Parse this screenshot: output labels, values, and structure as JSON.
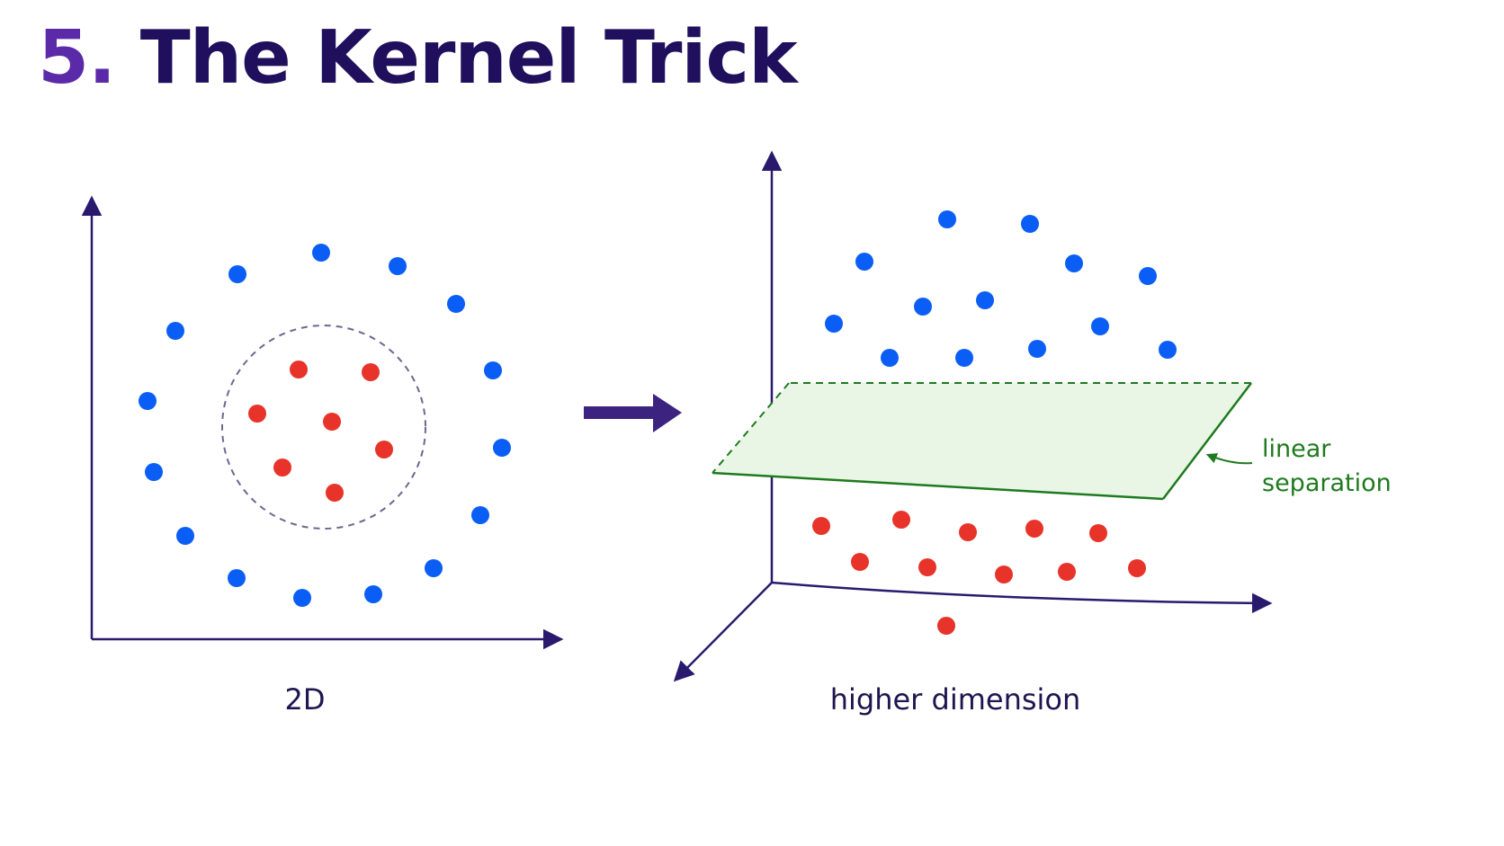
{
  "title": {
    "number": "5.",
    "text": "The Kernel Trick"
  },
  "left_panel": {
    "caption": "2D"
  },
  "right_panel": {
    "caption": "higher dimension",
    "annotation_line1": "linear",
    "annotation_line2": "separation"
  },
  "colors": {
    "class_a": "#0b5ef5",
    "class_b": "#e8332a",
    "axis": "#2a1a6e",
    "title": "#1f0f5c",
    "title_number": "#5b2aa8",
    "plane_fill": "#e9f6e6",
    "plane_edge": "#1e7a1e",
    "boundary_circle": "#6b6890",
    "mapping_arrow": "#3d2380"
  },
  "chart_data": [
    {
      "type": "scatter",
      "panel": "2D",
      "series": [
        {
          "class": "blue",
          "points": [
            [
              264,
              305
            ],
            [
              357,
              281
            ],
            [
              442,
              296
            ],
            [
              507,
              338
            ],
            [
              195,
              368
            ],
            [
              548,
              412
            ],
            [
              164,
              446
            ],
            [
              558,
              498
            ],
            [
              171,
              525
            ],
            [
              534,
              573
            ],
            [
              206,
              596
            ],
            [
              482,
              632
            ],
            [
              263,
              643
            ],
            [
              336,
              665
            ],
            [
              415,
              661
            ]
          ]
        },
        {
          "class": "red",
          "points": [
            [
              332,
              411
            ],
            [
              412,
              414
            ],
            [
              286,
              460
            ],
            [
              369,
              469
            ],
            [
              427,
              500
            ],
            [
              314,
              520
            ],
            [
              372,
              548
            ]
          ]
        }
      ],
      "boundary": {
        "shape": "circle",
        "style": "dashed"
      }
    },
    {
      "type": "scatter",
      "panel": "higher dimension",
      "series": [
        {
          "class": "blue",
          "points": [
            [
              1053,
              244
            ],
            [
              1145,
              249
            ],
            [
              961,
              291
            ],
            [
              1194,
              293
            ],
            [
              1276,
              307
            ],
            [
              1026,
              341
            ],
            [
              1095,
              334
            ],
            [
              927,
              360
            ],
            [
              1223,
              363
            ],
            [
              1298,
              389
            ],
            [
              989,
              398
            ],
            [
              1072,
              398
            ],
            [
              1153,
              388
            ]
          ]
        },
        {
          "class": "red",
          "points": [
            [
              913,
              585
            ],
            [
              1002,
              578
            ],
            [
              1076,
              592
            ],
            [
              1150,
              588
            ],
            [
              1221,
              593
            ],
            [
              956,
              625
            ],
            [
              1031,
              631
            ],
            [
              1116,
              639
            ],
            [
              1186,
              636
            ],
            [
              1264,
              632
            ],
            [
              1052,
              696
            ]
          ]
        }
      ],
      "separator": {
        "shape": "plane"
      }
    }
  ]
}
